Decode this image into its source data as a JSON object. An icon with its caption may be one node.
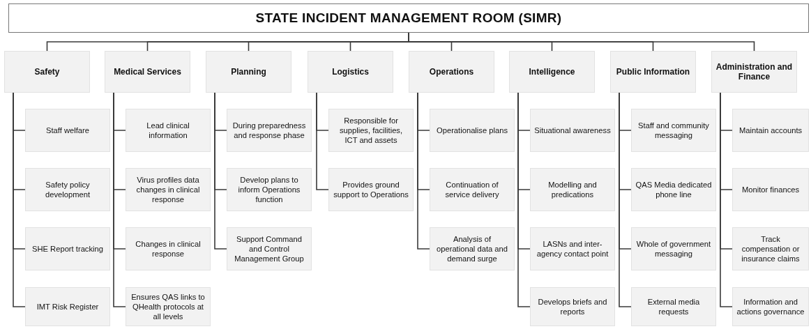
{
  "diagram": {
    "nodes": [
      {
        "text": [
          "STATE INCIDENT MANAGEMENT ROOM (SIMR)"
        ]
      },
      {
        "text": [
          "Safety"
        ]
      },
      {
        "text": [
          "Medical Services"
        ]
      },
      {
        "text": [
          "Planning"
        ]
      },
      {
        "text": [
          "Logistics"
        ]
      },
      {
        "text": [
          "Operations"
        ]
      },
      {
        "text": [
          "Intelligence"
        ]
      },
      {
        "text": [
          "Public Information"
        ]
      },
      {
        "text": [
          "Administration and Finance"
        ]
      },
      {
        "text": [
          "Staff welfare"
        ]
      },
      {
        "text": [
          "Safety policy development"
        ]
      },
      {
        "text": [
          "SHE Report tracking"
        ]
      },
      {
        "text": [
          "IMT Risk Register"
        ]
      },
      {
        "text": [
          "Lead clinical information"
        ]
      },
      {
        "text": [
          "Virus profiles data changes in clinical response"
        ]
      },
      {
        "text": [
          "Changes in clinical response"
        ]
      },
      {
        "text": [
          "Ensures QAS links to QHealth protocols at all levels"
        ]
      },
      {
        "text": [
          "During preparedness and response phase"
        ]
      },
      {
        "text": [
          "Develop plans to inform Operations function"
        ]
      },
      {
        "text": [
          "Support Command and Control Management Group"
        ]
      },
      {
        "text": [
          "Responsible for supplies, facilities, ICT and assets"
        ]
      },
      {
        "text": [
          "Provides ground support to Operations"
        ]
      },
      {
        "text": [
          "Operationalise plans"
        ]
      },
      {
        "text": [
          "Continuation of service delivery"
        ]
      },
      {
        "text": [
          "Analysis of operational data and demand surge"
        ]
      },
      {
        "text": [
          "Situational awareness"
        ]
      },
      {
        "text": [
          "Modelling and predications"
        ]
      },
      {
        "text": [
          "LASNs and inter-agency contact point"
        ]
      },
      {
        "text": [
          "Develops briefs and reports"
        ]
      },
      {
        "text": [
          "Staff and community messaging"
        ]
      },
      {
        "text": [
          "QAS Media dedicated phone line"
        ]
      },
      {
        "text": [
          "Whole of government messaging"
        ]
      },
      {
        "text": [
          "External media requests"
        ]
      },
      {
        "text": [
          "Maintain accounts"
        ]
      },
      {
        "text": [
          "Monitor finances"
        ]
      },
      {
        "text": [
          "Track compensation or insurance claims"
        ]
      },
      {
        "text": [
          "Information and actions governance"
        ]
      }
    ],
    "edges": [
      {
        "from": 0,
        "to": 1,
        "arrow": "none"
      },
      {
        "from": 0,
        "to": 2,
        "arrow": "none"
      },
      {
        "from": 0,
        "to": 3,
        "arrow": "none"
      },
      {
        "from": 0,
        "to": 4,
        "arrow": "none"
      },
      {
        "from": 0,
        "to": 5,
        "arrow": "none"
      },
      {
        "from": 0,
        "to": 6,
        "arrow": "none"
      },
      {
        "from": 0,
        "to": 7,
        "arrow": "none"
      },
      {
        "from": 0,
        "to": 8,
        "arrow": "none"
      },
      {
        "from": 1,
        "to": 9,
        "arrow": "none"
      },
      {
        "from": 1,
        "to": 10,
        "arrow": "none"
      },
      {
        "from": 1,
        "to": 11,
        "arrow": "none"
      },
      {
        "from": 1,
        "to": 12,
        "arrow": "none"
      },
      {
        "from": 2,
        "to": 13,
        "arrow": "none"
      },
      {
        "from": 2,
        "to": 14,
        "arrow": "none"
      },
      {
        "from": 2,
        "to": 15,
        "arrow": "none"
      },
      {
        "from": 2,
        "to": 16,
        "arrow": "none"
      },
      {
        "from": 3,
        "to": 17,
        "arrow": "none"
      },
      {
        "from": 3,
        "to": 18,
        "arrow": "none"
      },
      {
        "from": 3,
        "to": 19,
        "arrow": "none"
      },
      {
        "from": 4,
        "to": 20,
        "arrow": "none"
      },
      {
        "from": 4,
        "to": 21,
        "arrow": "none"
      },
      {
        "from": 5,
        "to": 22,
        "arrow": "none"
      },
      {
        "from": 5,
        "to": 23,
        "arrow": "none"
      },
      {
        "from": 5,
        "to": 24,
        "arrow": "none"
      },
      {
        "from": 6,
        "to": 25,
        "arrow": "none"
      },
      {
        "from": 6,
        "to": 26,
        "arrow": "none"
      },
      {
        "from": 6,
        "to": 27,
        "arrow": "none"
      },
      {
        "from": 6,
        "to": 28,
        "arrow": "none"
      },
      {
        "from": 7,
        "to": 29,
        "arrow": "none"
      },
      {
        "from": 7,
        "to": 30,
        "arrow": "none"
      },
      {
        "from": 7,
        "to": 31,
        "arrow": "none"
      },
      {
        "from": 7,
        "to": 32,
        "arrow": "none"
      },
      {
        "from": 8,
        "to": 33,
        "arrow": "none"
      },
      {
        "from": 8,
        "to": 34,
        "arrow": "none"
      },
      {
        "from": 8,
        "to": 35,
        "arrow": "none"
      },
      {
        "from": 8,
        "to": 36,
        "arrow": "none"
      }
    ]
  }
}
